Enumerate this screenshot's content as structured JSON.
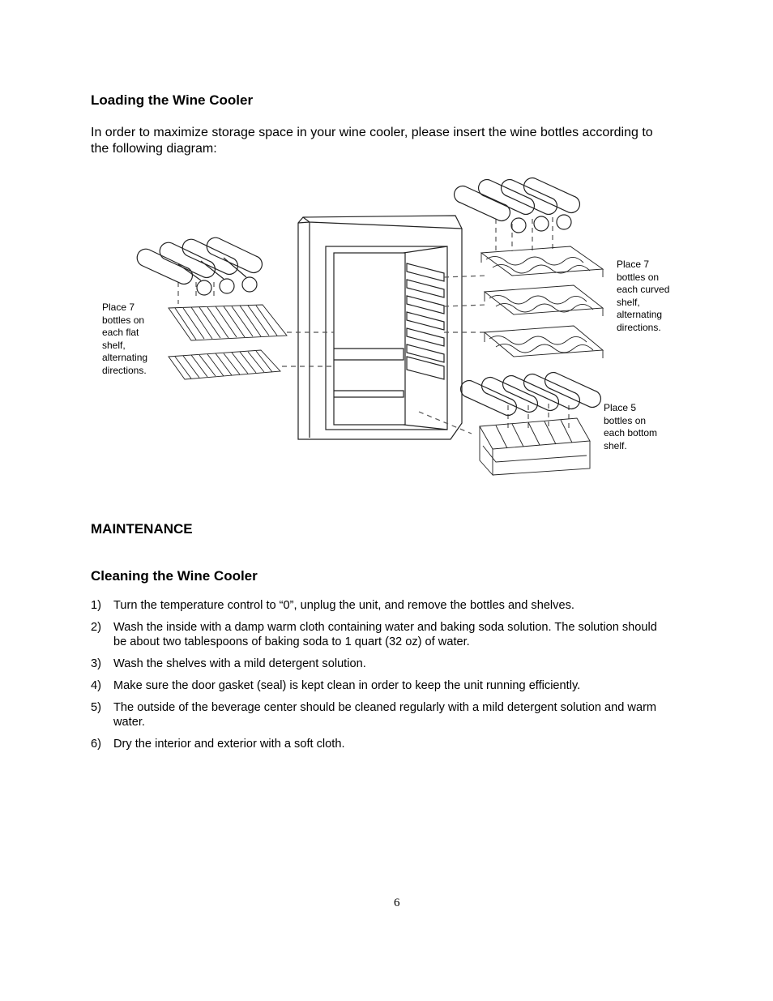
{
  "section1": {
    "heading": "Loading the Wine Cooler",
    "intro_line1": "In order to maximize storage space in your wine cooler, please insert the wine bottles according to",
    "intro_line2": "the following diagram:"
  },
  "diagram": {
    "callout_flat": "Place 7\nbottles on\neach flat\nshelf,\nalternating\ndirections.",
    "callout_curved": "Place 7\nbottles on\neach curved\nshelf,\nalternating\ndirections.",
    "callout_bottom": "Place 5\nbottles on\neach bottom\nshelf."
  },
  "section2": {
    "heading": "MAINTENANCE",
    "subheading": "Cleaning the Wine Cooler",
    "steps": [
      {
        "num": "1)",
        "line1": "Turn the temperature control to “0”, unplug the unit, and remove the bottles and shelves.",
        "line2": ""
      },
      {
        "num": "2)",
        "line1": "Wash the inside with a damp warm cloth containing water and baking soda solution.  The solution should",
        "line2": "be about two tablespoons of baking soda to 1 quart (32 oz) of water."
      },
      {
        "num": "3)",
        "line1": "Wash the shelves with a mild detergent solution.",
        "line2": ""
      },
      {
        "num": "4)",
        "line1": "Make sure the door gasket (seal) is kept clean in order to keep the unit running efficiently.",
        "line2": ""
      },
      {
        "num": "5)",
        "line1": "The outside of the beverage center should be cleaned regularly with a mild detergent solution and warm",
        "line2": "water."
      },
      {
        "num": "6)",
        "line1": "Dry the interior and exterior with a soft cloth.",
        "line2": ""
      }
    ]
  },
  "page_number": "6"
}
